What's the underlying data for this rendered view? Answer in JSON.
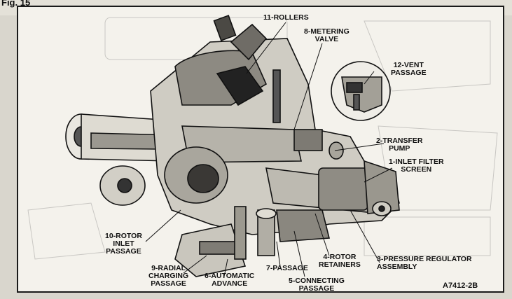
{
  "header": {
    "figure_label": "Fig. 15"
  },
  "callouts": [
    {
      "id": "1",
      "text": "1-INLET FILTER\nSCREEN"
    },
    {
      "id": "2",
      "text": "2-TRANSFER\nPUMP"
    },
    {
      "id": "3",
      "text": "3-PRESSURE REGULATOR\nASSEMBLY"
    },
    {
      "id": "4",
      "text": "4-ROTOR\nRETAINERS"
    },
    {
      "id": "5",
      "text": "5-CONNECTING\nPASSAGE"
    },
    {
      "id": "6",
      "text": "6-AUTOMATIC\nADVANCE"
    },
    {
      "id": "7",
      "text": "7-PASSAGE"
    },
    {
      "id": "8",
      "text": "8-METERING\nVALVE"
    },
    {
      "id": "9",
      "text": "9-RADIAL\nCHARGING\nPASSAGE"
    },
    {
      "id": "10",
      "text": "10-ROTOR\nINLET\nPASSAGE"
    },
    {
      "id": "11",
      "text": "11-ROLLERS"
    },
    {
      "id": "12",
      "text": "12-VENT\nPASSAGE"
    }
  ],
  "figure_code": "A7412-2B"
}
